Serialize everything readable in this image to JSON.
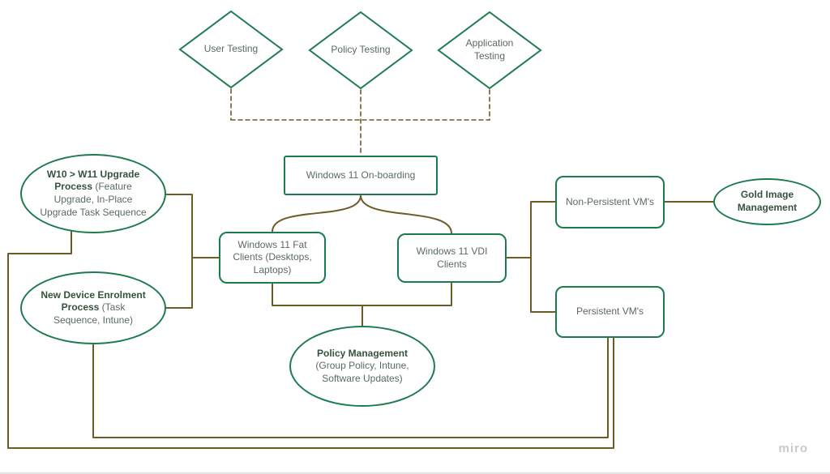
{
  "watermark": "miro",
  "colors": {
    "shape_border": "#1e7b4f",
    "connector": "#6e5c26",
    "text": "#5b6a60",
    "text_bold": "#35523f"
  },
  "nodes": {
    "user_testing": {
      "label": "User Testing"
    },
    "policy_testing": {
      "label": "Policy Testing"
    },
    "application_testing": {
      "label": "Application Testing"
    },
    "onboarding": {
      "label": "Windows 11 On-boarding"
    },
    "fat_clients": {
      "label": "Windows 11 Fat Clients (Desktops, Laptops)"
    },
    "vdi_clients": {
      "label": "Windows 11 VDI Clients"
    },
    "w10_upgrade": {
      "bold": "W10 > W11 Upgrade Process",
      "rest": " (Feature Upgrade, In-Place Upgrade Task Sequence"
    },
    "new_device": {
      "bold": "New Device Enrolment Process",
      "rest": " (Task Sequence, Intune)"
    },
    "policy_mgmt": {
      "bold": "Policy Management",
      "rest": " (Group Policy, Intune, Software Updates)"
    },
    "non_persistent": {
      "label": "Non-Persistent VM's"
    },
    "persistent": {
      "label": "Persistent VM's"
    },
    "gold_image": {
      "bold": "Gold Image Management"
    }
  },
  "edges": [
    {
      "from": "user_testing",
      "to": "onboarding",
      "style": "dashed"
    },
    {
      "from": "policy_testing",
      "to": "onboarding",
      "style": "dashed"
    },
    {
      "from": "application_testing",
      "to": "onboarding",
      "style": "dashed"
    },
    {
      "from": "onboarding",
      "to": "fat_clients",
      "style": "solid-curve"
    },
    {
      "from": "onboarding",
      "to": "vdi_clients",
      "style": "solid-curve"
    },
    {
      "from": "w10_upgrade",
      "to": "fat_clients",
      "style": "solid"
    },
    {
      "from": "new_device",
      "to": "fat_clients",
      "style": "solid"
    },
    {
      "from": "fat_clients",
      "to": "policy_mgmt",
      "style": "solid"
    },
    {
      "from": "vdi_clients",
      "to": "policy_mgmt",
      "style": "solid"
    },
    {
      "from": "vdi_clients",
      "to": "non_persistent",
      "style": "solid"
    },
    {
      "from": "vdi_clients",
      "to": "persistent",
      "style": "solid"
    },
    {
      "from": "non_persistent",
      "to": "gold_image",
      "style": "solid"
    },
    {
      "from": "persistent",
      "to": "new_device",
      "style": "solid"
    },
    {
      "from": "persistent",
      "to": "w10_upgrade",
      "style": "solid"
    }
  ]
}
